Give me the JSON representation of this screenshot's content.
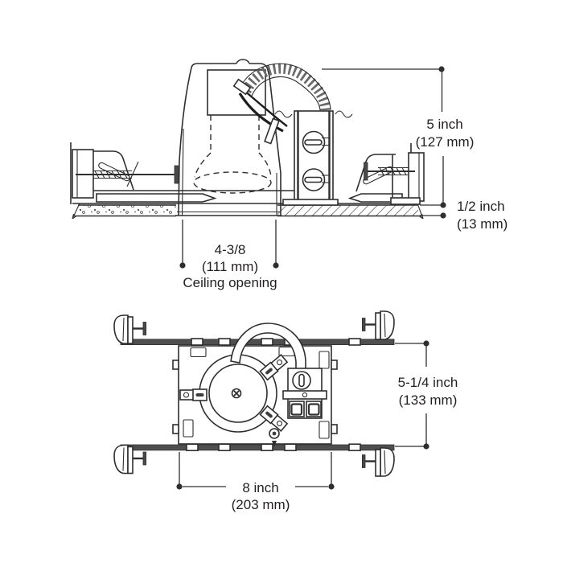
{
  "colors": {
    "line": "#2e2e2e",
    "text": "#231f20",
    "dark": "#4a4a4a",
    "background": "#ffffff"
  },
  "diagram": {
    "side_view": {
      "height_dim": {
        "imperial": "5 inch",
        "metric": "(127 mm)"
      },
      "ceiling_thickness_dim": {
        "imperial": "1/2 inch",
        "metric": "(13 mm)"
      },
      "ceiling_opening_dim": {
        "imperial": "4-3/8",
        "metric": "(111 mm)",
        "caption": "Ceiling opening"
      }
    },
    "plan_view": {
      "depth_dim": {
        "imperial": "5-1/4 inch",
        "metric": "(133 mm)"
      },
      "length_dim": {
        "imperial": "8 inch",
        "metric": "(203 mm)"
      }
    }
  }
}
